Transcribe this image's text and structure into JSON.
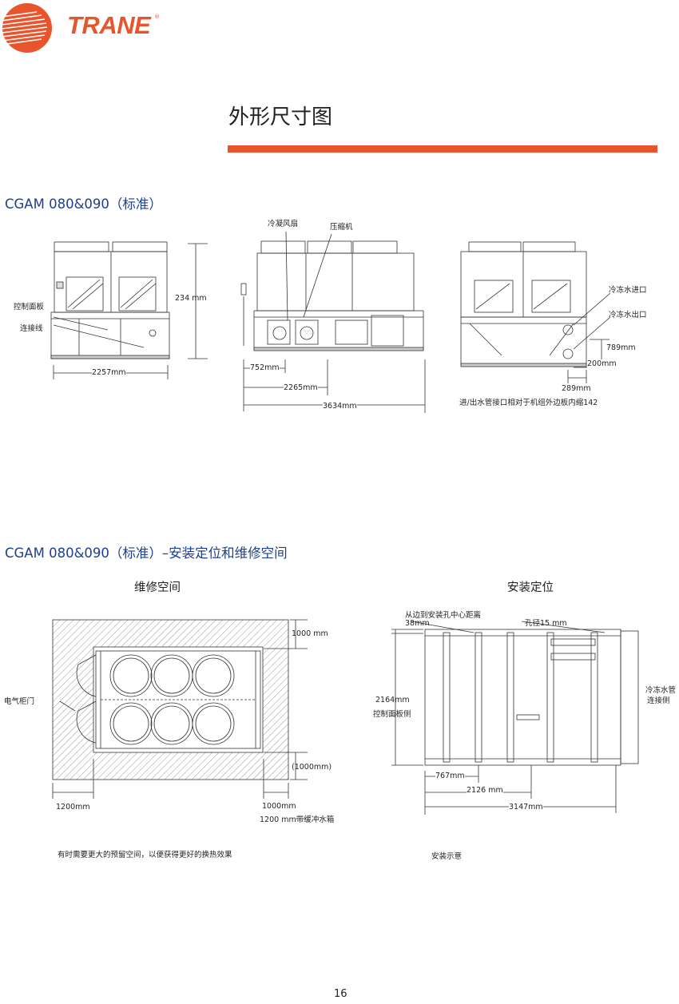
{
  "brand": {
    "name": "TRANE",
    "reg": "®",
    "color": "#e8542c"
  },
  "page_title": "外形尺寸图",
  "section1": {
    "title": "CGAM 080&090（标准）",
    "view_left": {
      "dim_height": "234 mm",
      "dim_width": "2257mm",
      "label_control_panel": "控制面板",
      "label_connection": "连接线"
    },
    "view_mid": {
      "label_fan": "冷凝风扇",
      "label_compressor": "压缩机",
      "dim_752": "752mm",
      "dim_2265": "2265mm",
      "dim_3634": "3634mm"
    },
    "view_right": {
      "label_inlet": "冷冻水进口",
      "label_outlet": "冷冻水出口",
      "dim_789": "789mm",
      "dim_200": "200mm",
      "dim_289": "289mm",
      "note": "进/出水管接口相对于机组外边板内缩142"
    }
  },
  "section2": {
    "title": "CGAM 080&090（标准）–安装定位和维修空间",
    "maintenance": {
      "title": "维修空间",
      "dim_top": "1000 mm",
      "label_cabinet": "电气柜门",
      "dim_bottom_right": "(1000mm)",
      "dim_left": "1200mm",
      "dim_right_a": "1000mm",
      "dim_right_b": "1200 mm带缓冲水箱",
      "note": "有时需要更大的预留空间，以便获得更好的换热效果"
    },
    "installation": {
      "title": "安装定位",
      "label_edge_hole": "从边到安装孔中心距离",
      "dim_38": "38mm",
      "label_hole": "孔径15 mm",
      "dim_height": "2164mm",
      "label_panel_side": "控制面板侧",
      "label_pipe_side_1": "冷冻水管",
      "label_pipe_side_2": "连接侧",
      "dim_767": "767mm",
      "dim_2126": "2126 mm",
      "dim_3147": "3147mm",
      "note": "安装示意"
    }
  },
  "page_number": "16"
}
